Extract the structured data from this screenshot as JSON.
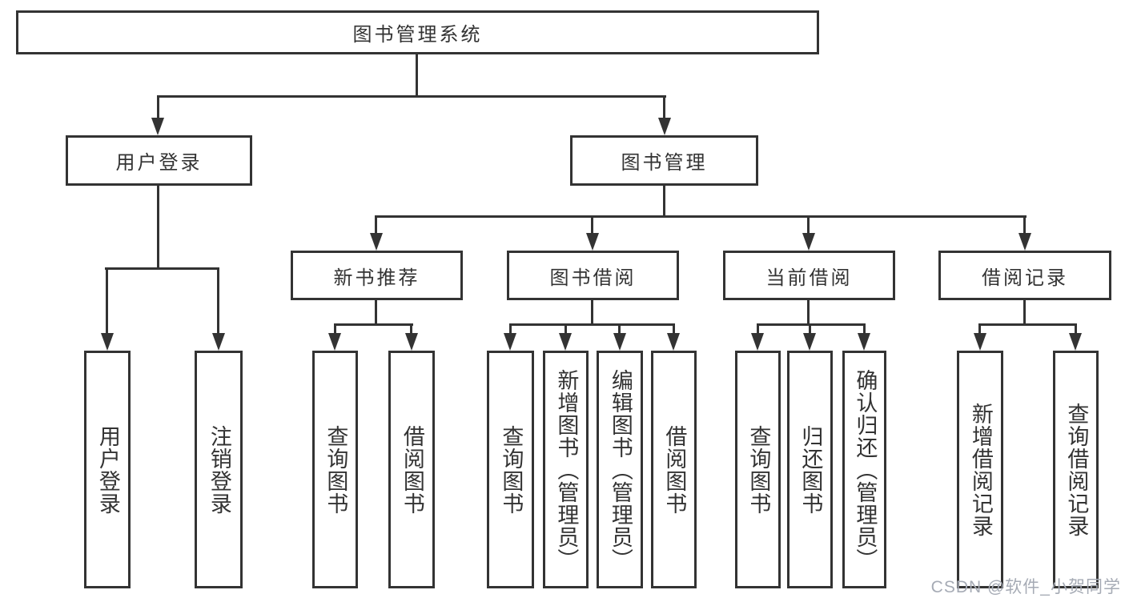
{
  "diagram": {
    "root": {
      "label": "图书管理系统"
    },
    "branches": [
      {
        "label": "用户登录",
        "children": [
          {
            "label": "用户登录"
          },
          {
            "label": "注销登录"
          }
        ]
      },
      {
        "label": "图书管理",
        "children": [
          {
            "label": "新书推荐",
            "children": [
              {
                "label": "查询图书"
              },
              {
                "label": "借阅图书"
              }
            ]
          },
          {
            "label": "图书借阅",
            "children": [
              {
                "label": "查询图书"
              },
              {
                "label": "新增图书（管理员）"
              },
              {
                "label": "编辑图书（管理员）"
              },
              {
                "label": "借阅图书"
              }
            ]
          },
          {
            "label": "当前借阅",
            "children": [
              {
                "label": "查询图书"
              },
              {
                "label": "归还图书"
              },
              {
                "label": "确认归还（管理员）"
              }
            ]
          },
          {
            "label": "借阅记录",
            "children": [
              {
                "label": "新增借阅记录"
              },
              {
                "label": "查询借阅记录"
              }
            ]
          }
        ]
      }
    ]
  },
  "watermark": {
    "text": "CSDN @软件_小贺同学"
  },
  "colors": {
    "line": "#333333",
    "text": "#333333",
    "box_fill": "#ffffff",
    "watermark": "#a6abb5",
    "background": "#ffffff"
  }
}
